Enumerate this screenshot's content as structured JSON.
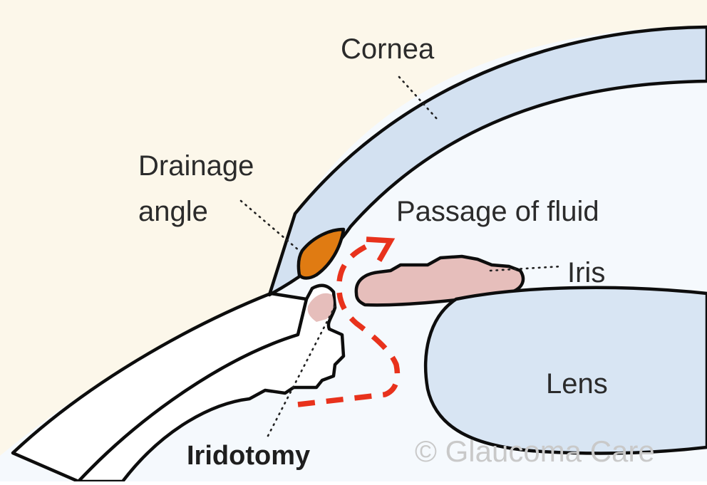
{
  "labels": {
    "cornea": "Cornea",
    "drainage_angle_line1": "Drainage",
    "drainage_angle_line2": "angle",
    "passage_of_fluid": "Passage of fluid",
    "iris": "Iris",
    "lens": "Lens",
    "iridotomy": "Iridotomy"
  },
  "watermark": "© Glaucoma Care",
  "colors": {
    "outside_background": "#fcf7ea",
    "eye_interior": "#f5f9fd",
    "cornea_fill": "#d3e1f1",
    "lens_fill": "#d8e5f3",
    "iris_fill": "#e6bebb",
    "drainage_meshwork": "#e07b12",
    "fluid_arrow": "#e8321c",
    "outline": "#0d0d0d"
  }
}
